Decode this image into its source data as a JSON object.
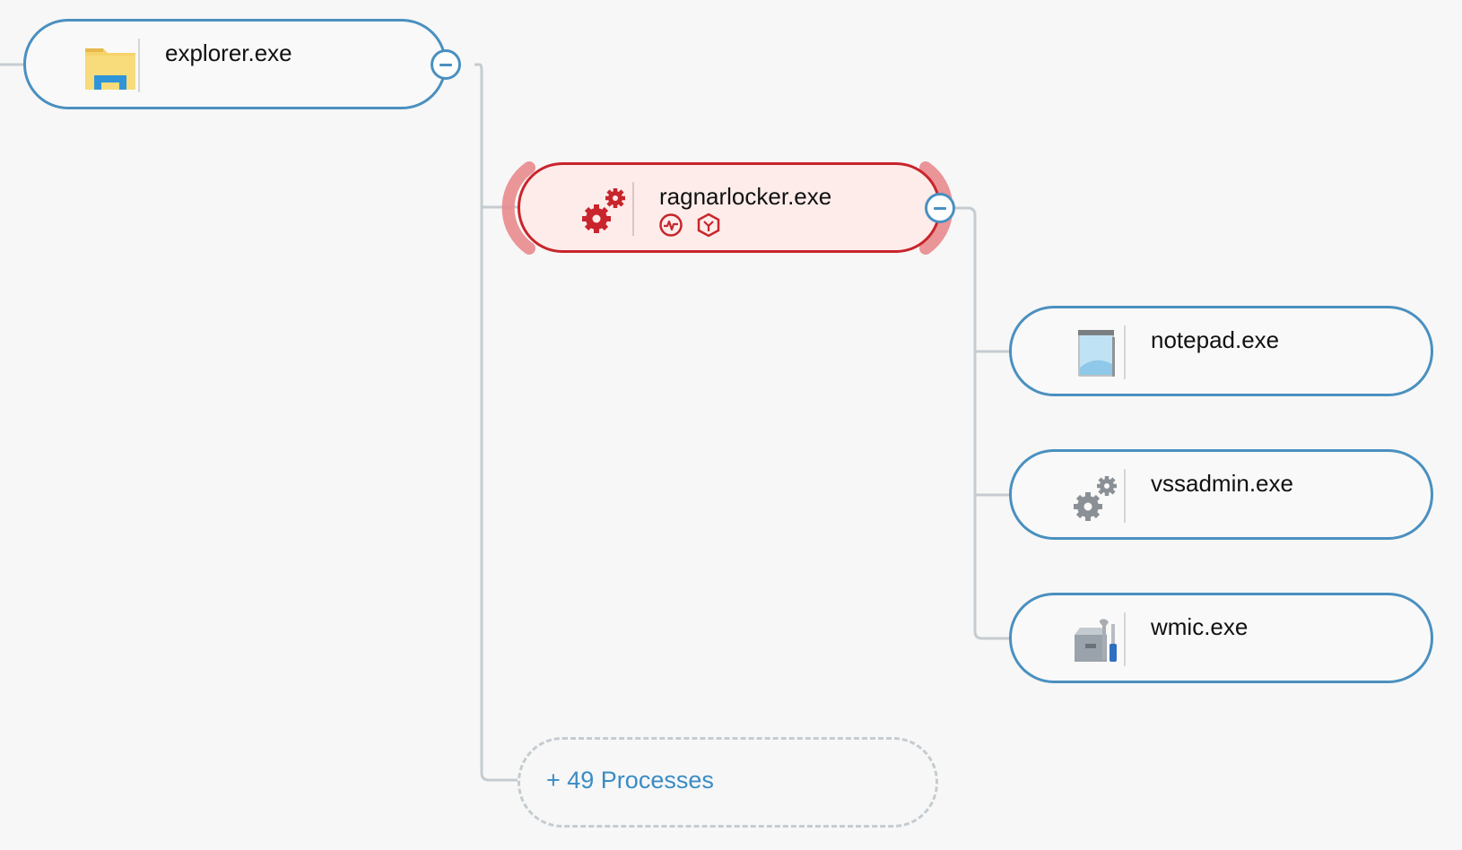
{
  "nodes": {
    "explorer": {
      "name": "explorer.exe",
      "icon": "file-explorer-folder-icon"
    },
    "ragnarlocker": {
      "name": "ragnarlocker.exe",
      "icon": "gears-icon",
      "badges": [
        "activity-pulse-icon",
        "threat-hexagon-icon"
      ],
      "status_color": "#c8252c"
    },
    "notepad": {
      "name": "notepad.exe",
      "icon": "notepad-icon"
    },
    "vssadmin": {
      "name": "vssadmin.exe",
      "icon": "gears-icon"
    },
    "wmic": {
      "name": "wmic.exe",
      "icon": "toolbox-icon"
    }
  },
  "collapsed_group": {
    "label": "+ 49 Processes"
  },
  "colors": {
    "node_border": "#4a90c0",
    "connector": "#c5ccd1",
    "alert": "#c8252c",
    "link_text": "#3a8cc4"
  }
}
